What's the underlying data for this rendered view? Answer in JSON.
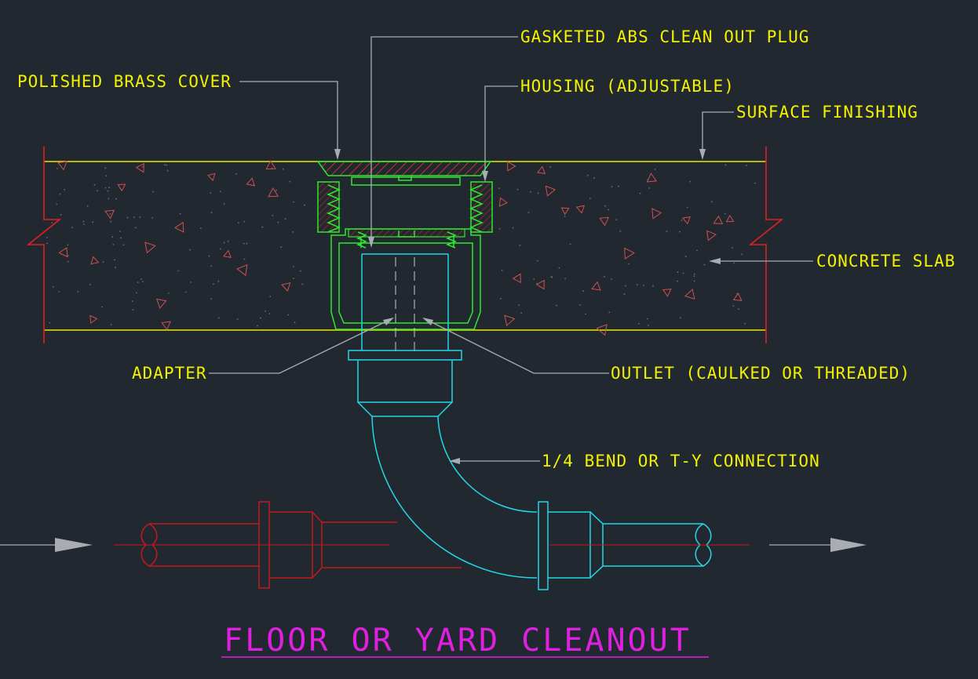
{
  "labels": {
    "gasketed_plug": "GASKETED ABS CLEAN OUT PLUG",
    "brass_cover": "POLISHED BRASS COVER",
    "housing": "HOUSING (ADJUSTABLE)",
    "surface_finishing": "SURFACE FINISHING",
    "concrete_slab": "CONCRETE SLAB",
    "adapter": "ADAPTER",
    "outlet": "OUTLET (CAULKED OR THREADED)",
    "bend": "1/4 BEND OR T-Y CONNECTION"
  },
  "title": "FLOOR OR YARD CLEANOUT",
  "colors": {
    "background": "#212830",
    "label_text": "#f2f200",
    "title_text": "#e020e0",
    "leader": "#a9adb3",
    "slab_edge": "#e8e800",
    "housing": "#2ee82e",
    "cleanout_pipe": "#22d8e8",
    "drain_pipe": "#c21a1a",
    "aggregate": "#d05050",
    "break_line": "#e02020"
  }
}
